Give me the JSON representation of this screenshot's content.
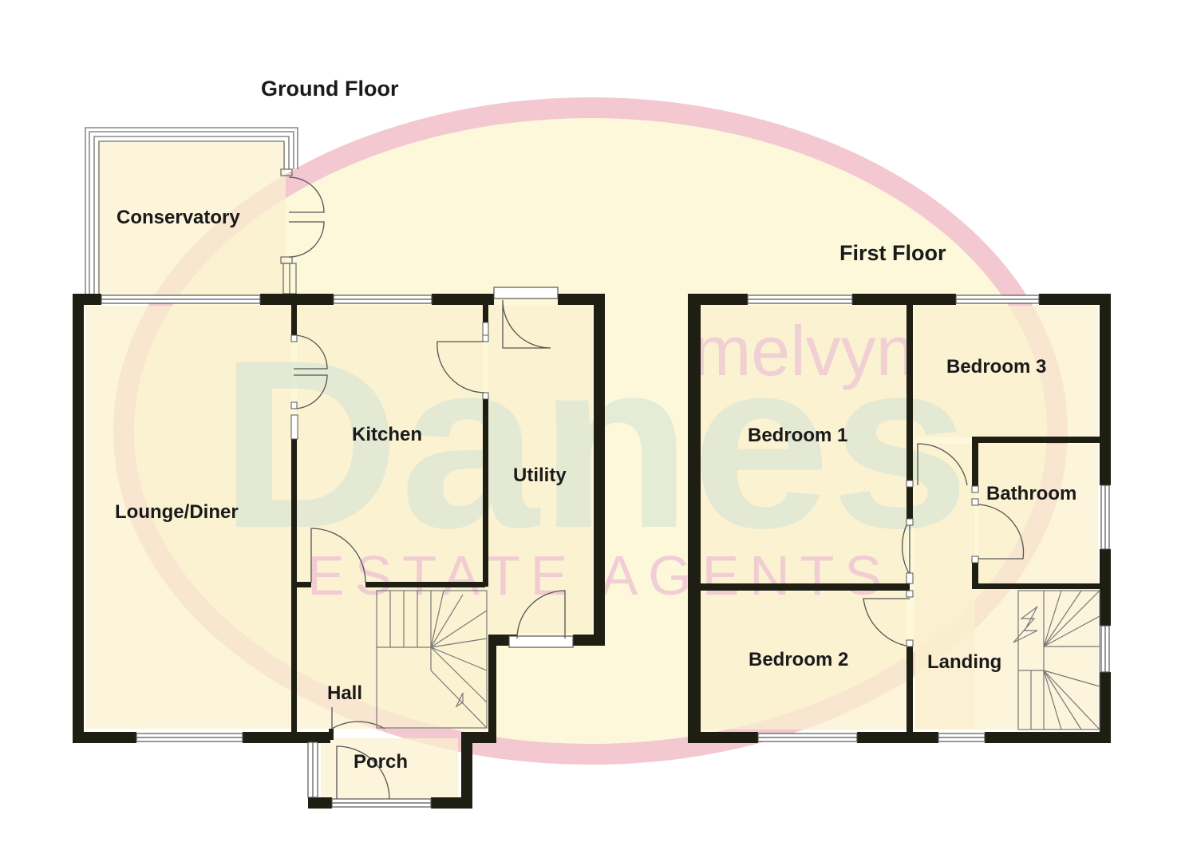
{
  "floors": {
    "ground": "Ground Floor",
    "first": "First Floor"
  },
  "rooms": {
    "conservatory": "Conservatory",
    "lounge": "Lounge/Diner",
    "kitchen": "Kitchen",
    "utility": "Utility",
    "hall": "Hall",
    "porch": "Porch",
    "bedroom1": "Bedroom 1",
    "bedroom2": "Bedroom 2",
    "bedroom3": "Bedroom 3",
    "bathroom": "Bathroom",
    "landing": "Landing"
  },
  "watermark": {
    "line1": "melvyn",
    "line2": "Danes",
    "line3": "ESTATE AGENTS"
  },
  "colors": {
    "wall": "#1e1e12",
    "room_fill": "#fbf0cf",
    "oval_fill": "#fcf8d8",
    "oval_ring": "#f3c6cf",
    "watermark_green": "#cfe2d4",
    "watermark_pink": "#efc7d3"
  }
}
